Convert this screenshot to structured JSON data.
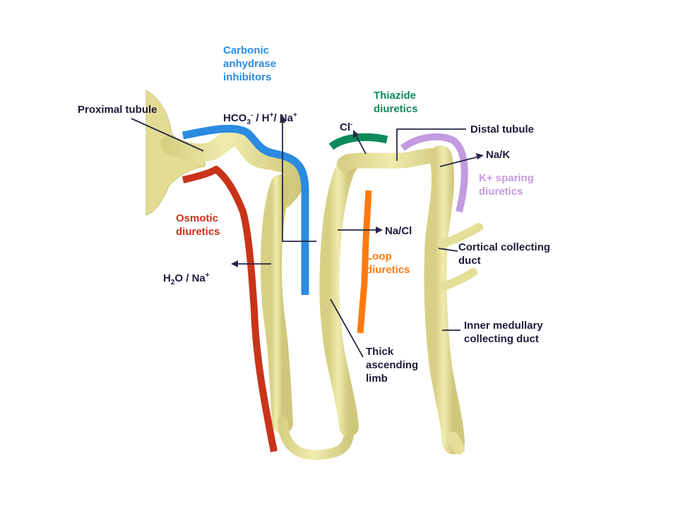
{
  "colors": {
    "tubule": "#e8e39a",
    "tubule_edge": "#c9c170",
    "tubule_shadow": "#d3cd84",
    "carbonic": "#2b8be0",
    "thiazide": "#0f8a5a",
    "ksparing": "#c39be0",
    "osmotic": "#c93418",
    "loop": "#ff7a10",
    "pointer": "#27274a",
    "text_dark": "#1c1c3a"
  },
  "labels": {
    "proximal_tubule": "Proximal tubule",
    "carbonic_title": "Carbonic\nanhydrase\ninhibitors",
    "carbonic_ions": {
      "hco": "HCO",
      "hco_sub": "3",
      "hco_sup": "-",
      "slash1": " / H",
      "h_sup": "+",
      "slash2": "/ Na",
      "na_sup": "+"
    },
    "chloride": {
      "base": "Cl",
      "sup": "-"
    },
    "thiazide_title": "Thiazide\ndiuretics",
    "distal_tubule": "Distal tubule",
    "na_k": "Na/K",
    "ksparing_title": "K+ sparing\ndiuretics",
    "osmotic_title": "Osmotic\ndiuretics",
    "na_cl": "Na/Cl",
    "loop_title": "Loop\ndiuretics",
    "water_sodium": {
      "h": "H",
      "h_sub": "2",
      "rest": "O / Na",
      "na_sup": "+"
    },
    "cortical_collecting": "Cortical collecting\nduct",
    "inner_medullary": "Inner medullary\ncollecting duct",
    "thick_ascending": "Thick\nascending\nlimb"
  }
}
